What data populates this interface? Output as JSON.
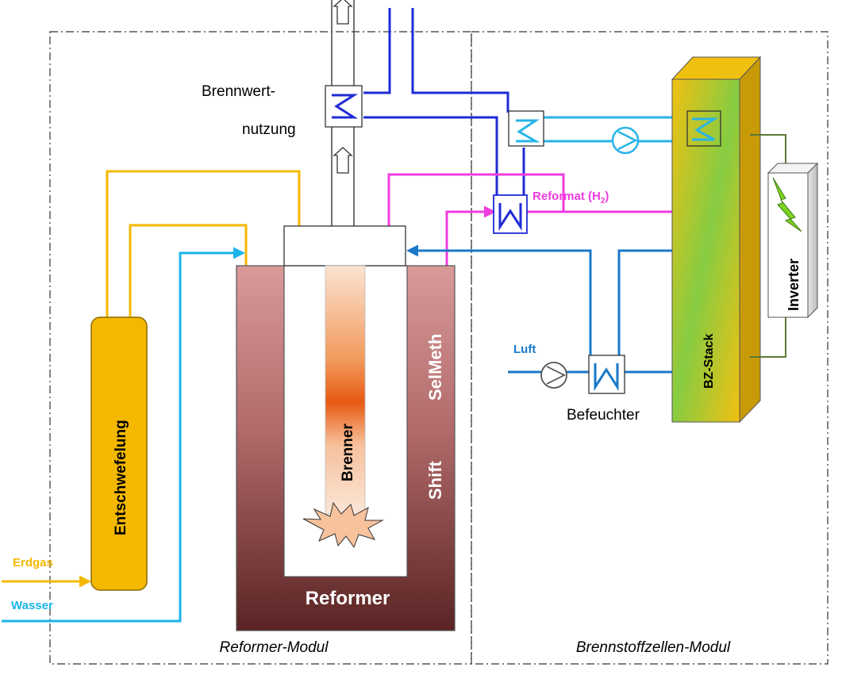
{
  "labels": {
    "brennwert_line1": "Brennwert-",
    "brennwert_line2": "nutzung",
    "reformat": "Reformat (H",
    "reformat_sub": "2",
    "reformat_close": ")",
    "luft": "Luft",
    "befeuchter": "Befeuchter",
    "bz_stack": "BZ-Stack",
    "inverter": "Inverter",
    "entschwefelung": "Entschwefelung",
    "erdgas": "Erdgas",
    "wasser": "Wasser",
    "selmeth": "SelMeth",
    "shift": "Shift",
    "brenner": "Brenner",
    "reformer": "Reformer",
    "reformer_modul": "Reformer-Modul",
    "brennstoffzellen_modul": "Brennstoffzellen-Modul"
  },
  "colors": {
    "gas": "#f5b800",
    "water": "#1ab4ea",
    "reformat": "#f03ce0",
    "cooling_dark": "#1f2bd6",
    "cooling_light": "#28b4e8",
    "air": "#1a78c8",
    "electric": "#5a7a34",
    "reformer_top": "#d99a9a",
    "reformer_bottom": "#5a2424"
  }
}
